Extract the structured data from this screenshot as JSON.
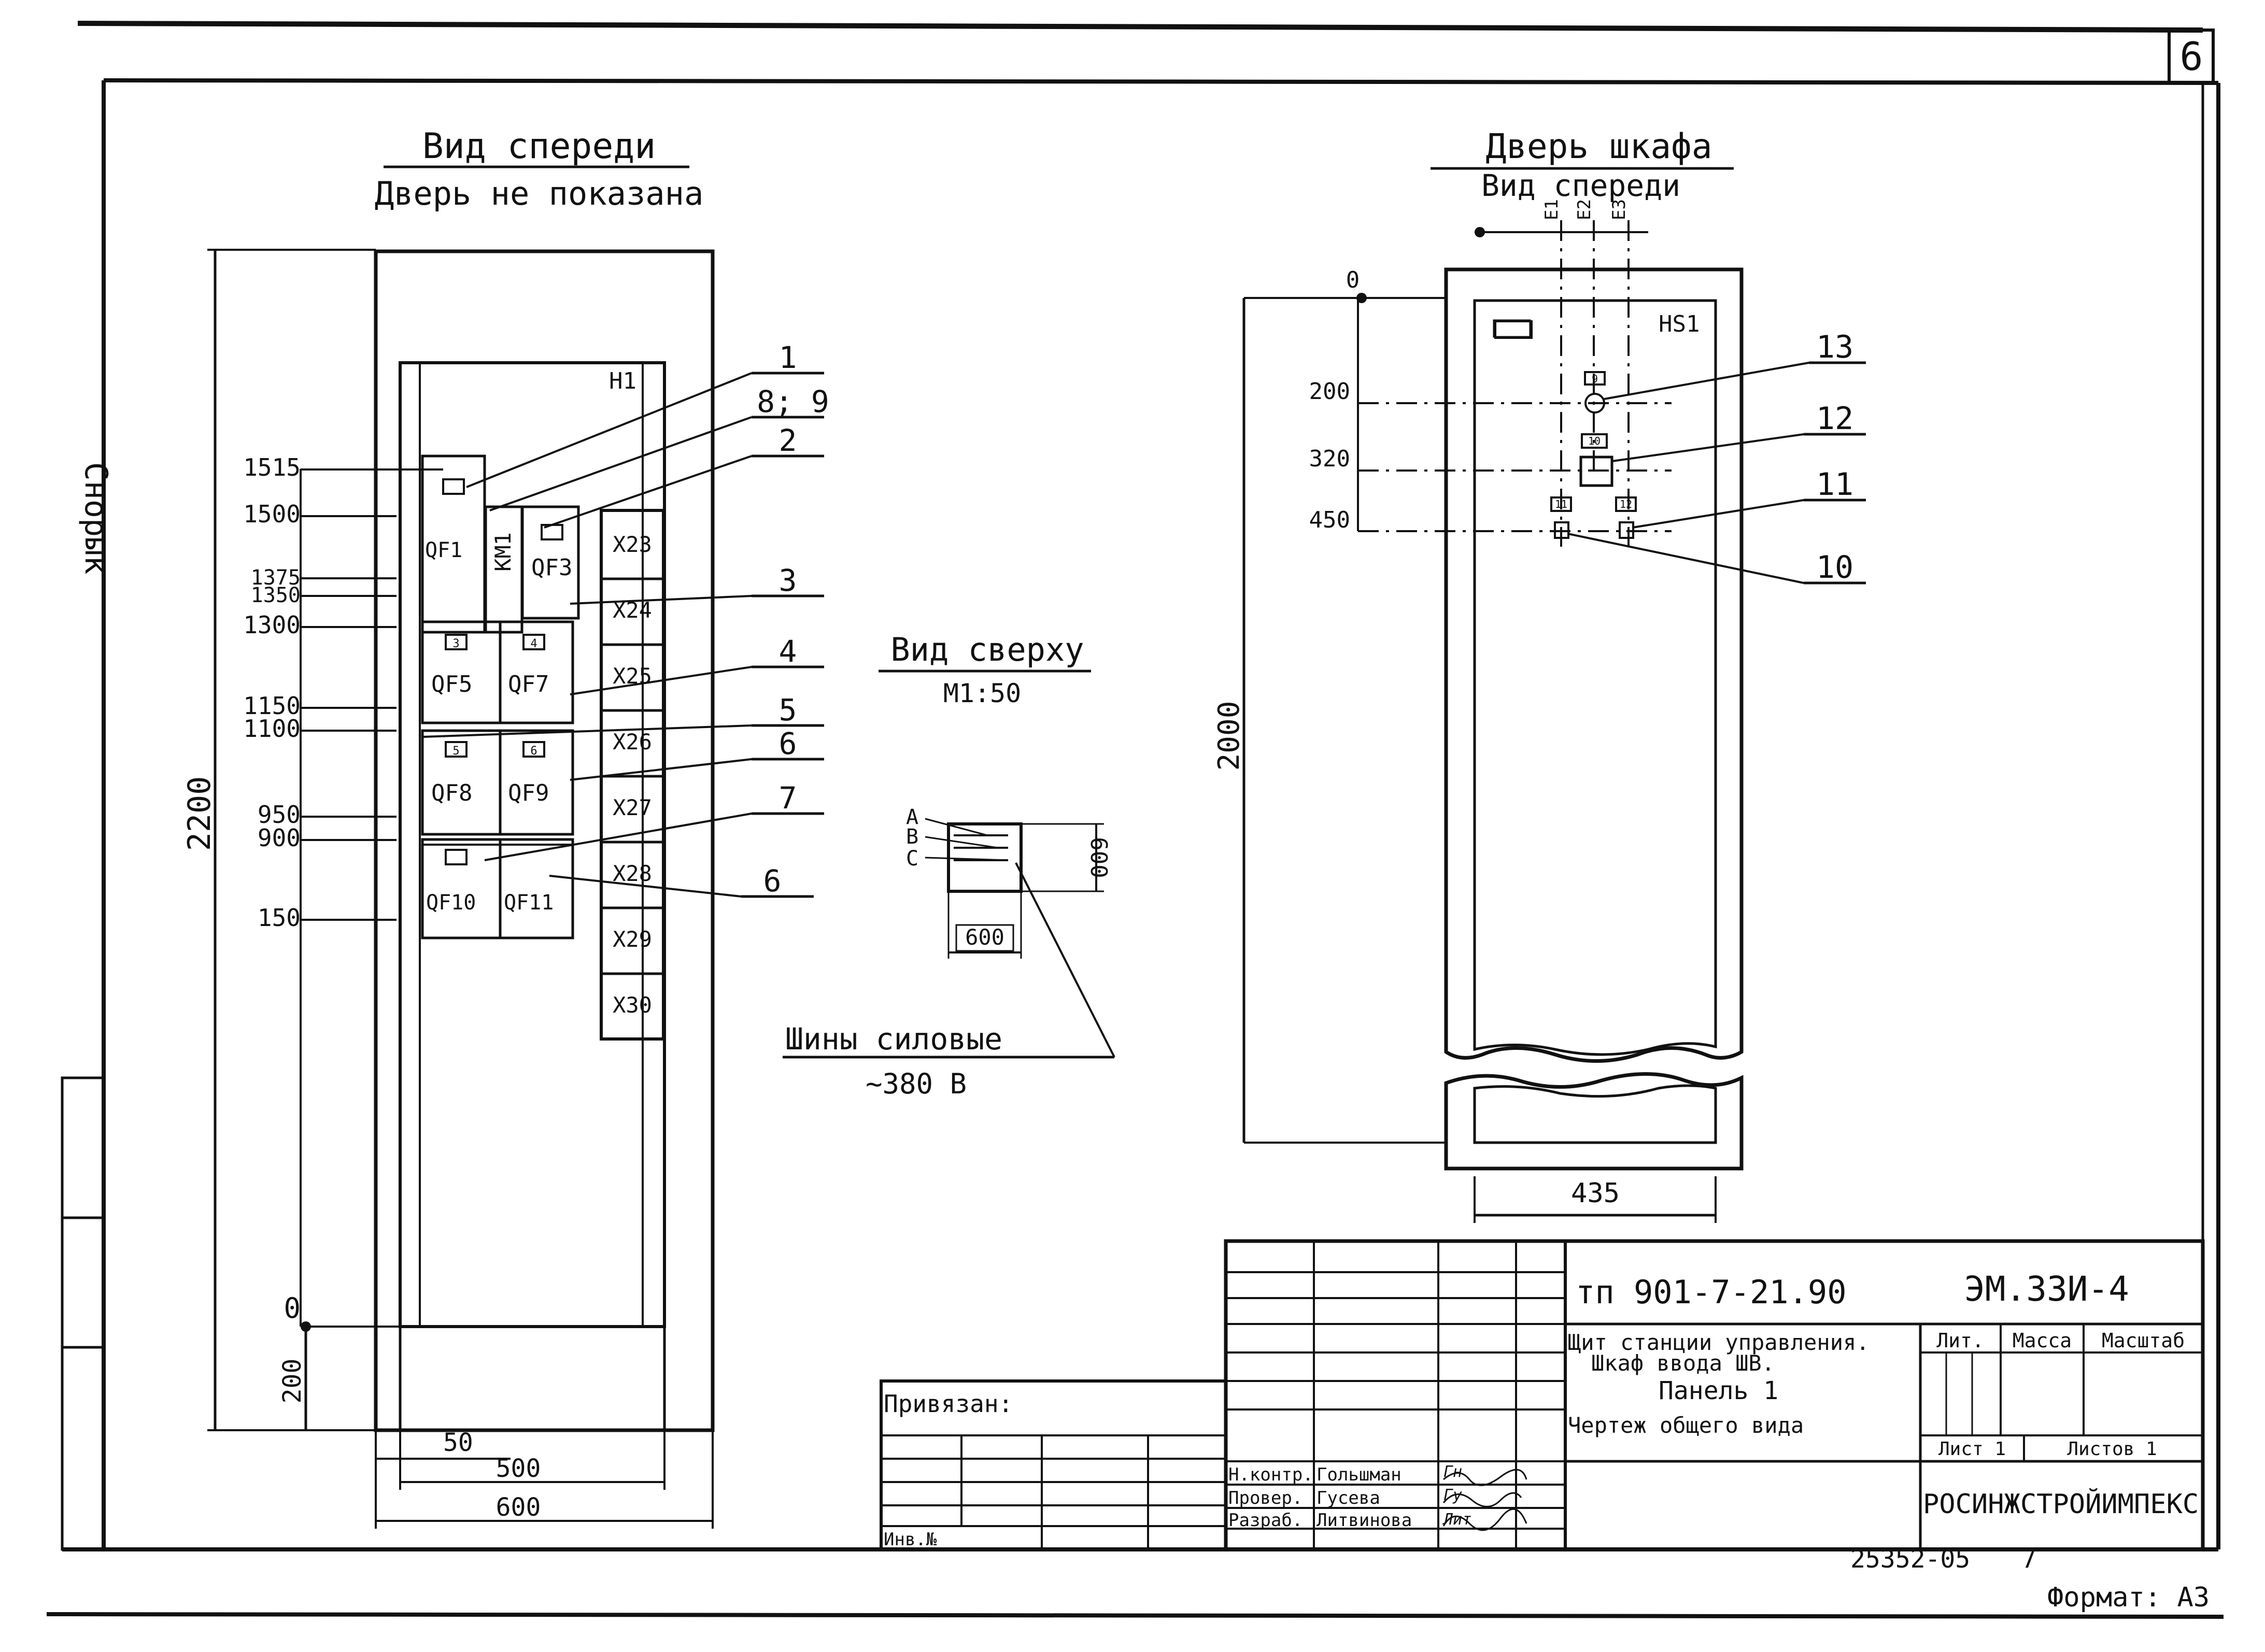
{
  "sheet": {
    "sheet_number": "6",
    "side_label": "Снорык",
    "doc_number": "25352-05",
    "doc_suffix": "7",
    "format": "Формат: А3"
  },
  "front_view": {
    "title": "Вид спереди",
    "subtitle": "Дверь не показана",
    "panel_label": "Н1",
    "height_total": "2200",
    "base_height": "200",
    "offset_50": "50",
    "width_500": "500",
    "width_600": "600",
    "levels": [
      "1515",
      "1500",
      "1375",
      "1350",
      "1300",
      "1150",
      "1100",
      "950",
      "900",
      "150",
      "0"
    ],
    "devices": {
      "qf1": "QF1",
      "km1": "KM1",
      "qf3": "QF3",
      "qf5": "QF5",
      "qf7": "QF7",
      "qf8": "QF8",
      "qf9": "QF9",
      "qf10": "QF10",
      "qf11": "QF11"
    },
    "device_tags": {
      "t3": "3",
      "t4": "4",
      "t5": "5",
      "t6": "6"
    },
    "terminals": [
      "X23",
      "X24",
      "X25",
      "X26",
      "X27",
      "X28",
      "X29",
      "X30"
    ],
    "callouts": [
      "1",
      "8; 9",
      "2",
      "3",
      "4",
      "5",
      "6",
      "7",
      "6"
    ]
  },
  "top_view": {
    "title": "Вид сверху",
    "scale": "М1:50",
    "bus_labels": [
      "А",
      "В",
      "С"
    ],
    "width": "600",
    "depth": "600",
    "bus_note": "Шины силовые",
    "bus_voltage": "~380 В"
  },
  "door_view": {
    "title": "Дверь шкафа",
    "subtitle": "Вид спереди",
    "panel_label": "НS1",
    "top_marks": [
      "E1",
      "E2",
      "E3"
    ],
    "levels": [
      "0",
      "200",
      "320",
      "450"
    ],
    "height": "2000",
    "width": "435",
    "item_tags": {
      "t9": "9",
      "t10": "10",
      "t11": "11",
      "t12": "12"
    },
    "callouts": [
      "13",
      "12",
      "11",
      "10"
    ]
  },
  "title_block": {
    "project_code": "тп  901-7-21.90",
    "drawing_code": "ЭМ.33И-4",
    "title_line1": "Щит станции управления.",
    "title_line2": "Шкаф ввода  ШВ.",
    "title_line3": "Панель 1",
    "title_line4": "Чертеж общего вида",
    "col_lit": "Лит.",
    "col_mass": "Масса",
    "col_scale": "Масштаб",
    "sheet_label": "Лист 1",
    "sheets_label": "Листов 1",
    "org": "РОСИНЖСТРОЙИМПЕКС",
    "privyazan": "Привязан:",
    "inv_no": "Инв.№",
    "roles": [
      "Н.контр.",
      "Провер.",
      "Разраб."
    ],
    "names": [
      "Гольшман",
      "Гусева",
      "Литвинова"
    ],
    "signatures": [
      "Гн",
      "Гу",
      "Лит"
    ]
  }
}
